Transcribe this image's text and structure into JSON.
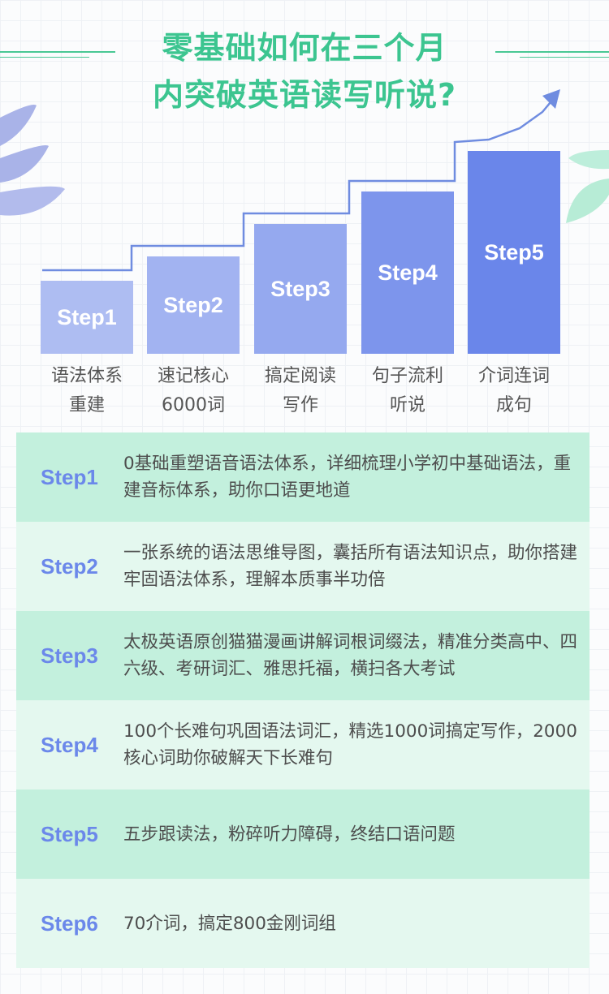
{
  "header": {
    "title_line1": "零基础如何在三个月",
    "title_line2": "内突破英语读写听说?"
  },
  "colors": {
    "title": "#3cc590",
    "step_text": "#6b88ea",
    "row_odd": "#c3f0dd",
    "row_even": "#e4f8ef",
    "bar_light": "#aebdf2",
    "bar_dark": "#6a86ea"
  },
  "bars": [
    {
      "step": "Step1",
      "line1": "语法体系",
      "line2": "重建",
      "color": "#aebdf2"
    },
    {
      "step": "Step2",
      "line1": "速记核心",
      "line2": "6000词",
      "color": "#a2b3f1"
    },
    {
      "step": "Step3",
      "line1": "搞定阅读",
      "line2": "写作",
      "color": "#95a9ef"
    },
    {
      "step": "Step4",
      "line1": "句子流利",
      "line2": "听说",
      "color": "#7d95ec"
    },
    {
      "step": "Step5",
      "line1": "介词连词",
      "line2": "成句",
      "color": "#6a86ea"
    }
  ],
  "rows": [
    {
      "step": "Step1",
      "text": "0基础重塑语音语法体系，详细梳理小学初中基础语法，重建音标体系，助你口语更地道"
    },
    {
      "step": "Step2",
      "text": "一张系统的语法思维导图，囊括所有语法知识点，助你搭建牢固语法体系，理解本质事半功倍"
    },
    {
      "step": "Step3",
      "text": "太极英语原创猫猫漫画讲解词根词缀法，精准分类高中、四六级、考研词汇、雅思托福，横扫各大考试"
    },
    {
      "step": "Step4",
      "text": "100个长难句巩固语法词汇，精选1000词搞定写作，2000核心词助你破解天下长难句"
    },
    {
      "step": "Step5",
      "text": "五步跟读法，粉碎听力障碍，终结口语问题"
    },
    {
      "step": "Step6",
      "text": "70介词，搞定800金刚词组"
    }
  ]
}
